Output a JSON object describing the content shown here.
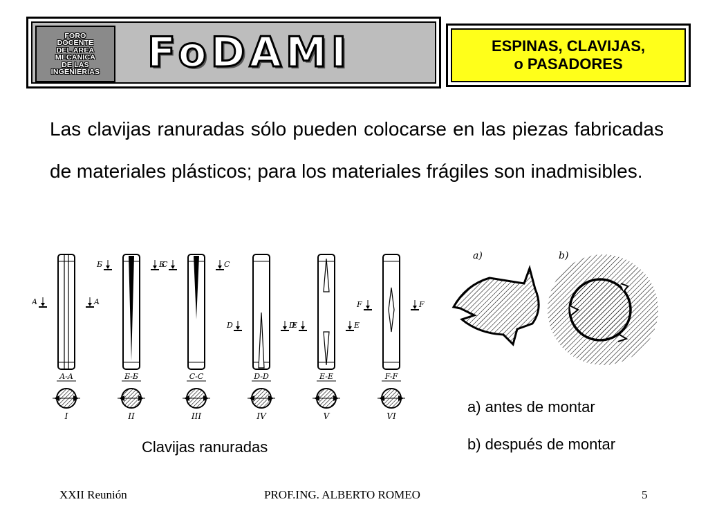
{
  "logo": {
    "side_lines": [
      "FORO",
      "DOCENTE",
      "DEL AREA",
      "MECANICA",
      "DE LAS",
      "INGENIERIAS"
    ],
    "name": "FoDAMI"
  },
  "title": {
    "line1": "ESPINAS, CLAVIJAS,",
    "line2": "o PASADORES",
    "bg_color": "#ffff1a"
  },
  "body": {
    "paragraph": "Las clavijas ranuradas sólo pueden colocarse en las piezas fabricadas de materiales plásticos; para los materiales frágiles son inadmisibles."
  },
  "figure_left": {
    "pins": [
      {
        "section": "A-A",
        "arrow": "A",
        "numeral": "I"
      },
      {
        "section": "Б-Б",
        "arrow": "Б",
        "numeral": "II"
      },
      {
        "section": "C-C",
        "arrow": "C",
        "numeral": "III"
      },
      {
        "section": "D-D",
        "arrow": "D",
        "numeral": "IV"
      },
      {
        "section": "E-E",
        "arrow": "E",
        "numeral": "V"
      },
      {
        "section": "F-F",
        "arrow": "F",
        "numeral": "VI"
      }
    ],
    "caption": "Clavijas ranuradas"
  },
  "figure_right": {
    "label_a": "a)",
    "label_b": "b)",
    "caption_a": "a) antes de montar",
    "caption_b": "b) después de montar"
  },
  "footer": {
    "left": "XXII Reunión",
    "center": "PROF.ING. ALBERTO ROMEO",
    "page": "5"
  }
}
